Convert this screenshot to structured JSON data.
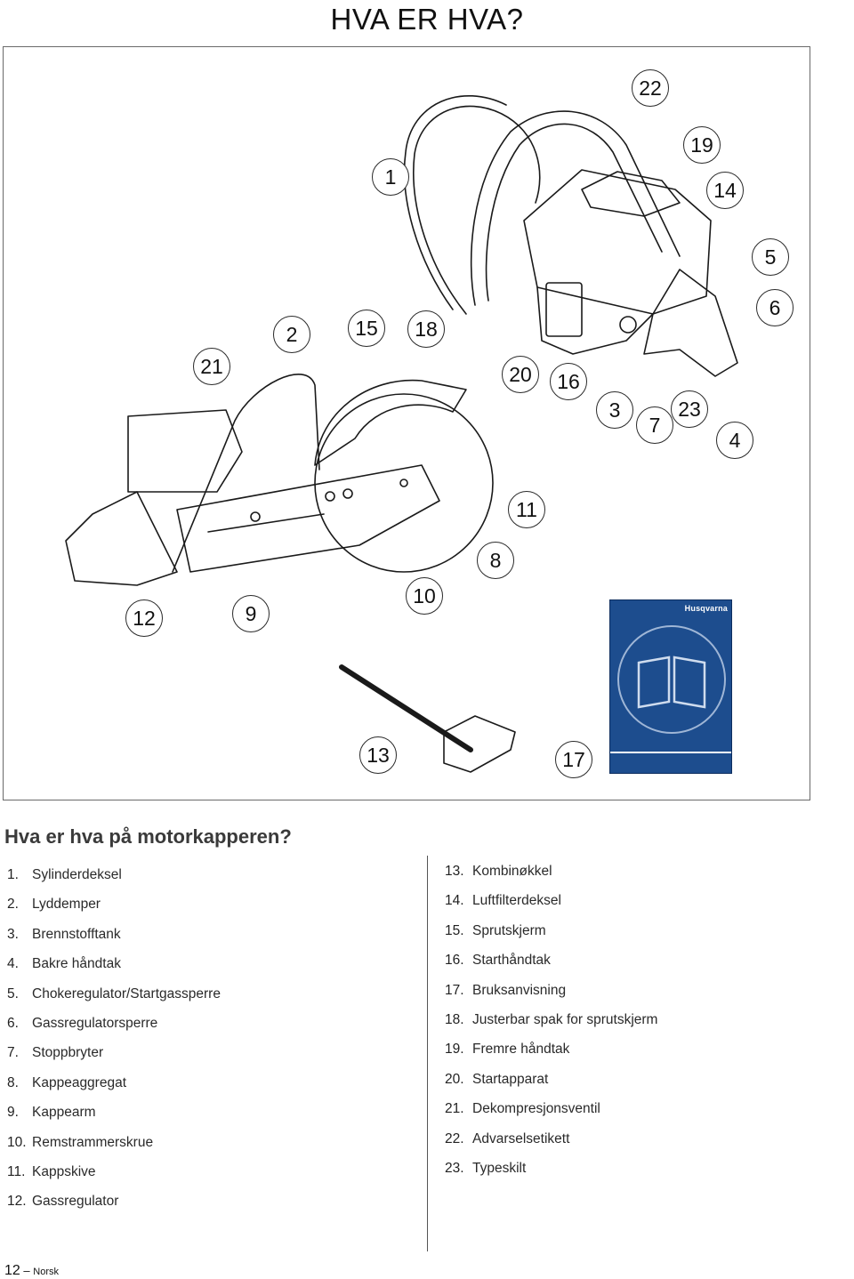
{
  "page_title": "HVA ER HVA?",
  "figure": {
    "callouts": [
      "1",
      "2",
      "3",
      "4",
      "5",
      "6",
      "7",
      "8",
      "9",
      "10",
      "11",
      "12",
      "13",
      "14",
      "15",
      "16",
      "17",
      "18",
      "19",
      "20",
      "21",
      "22",
      "23"
    ],
    "manual_brand": "Husqvarna",
    "colors": {
      "manual_cover": "#1d4d8e",
      "line_art": "#1a1a1a"
    }
  },
  "section_heading": "Hva er hva på motorkapperen?",
  "parts_left": [
    {
      "num": "1.",
      "name": "Sylinderdeksel"
    },
    {
      "num": "2.",
      "name": "Lyddemper"
    },
    {
      "num": "3.",
      "name": "Brennstofftank"
    },
    {
      "num": "4.",
      "name": "Bakre håndtak"
    },
    {
      "num": "5.",
      "name": "Chokeregulator/Startgassperre"
    },
    {
      "num": "6.",
      "name": "Gassregulatorsperre"
    },
    {
      "num": "7.",
      "name": "Stoppbryter"
    },
    {
      "num": "8.",
      "name": "Kappeaggregat"
    },
    {
      "num": "9.",
      "name": "Kappearm"
    },
    {
      "num": "10.",
      "name": "Remstrammerskrue"
    },
    {
      "num": "11.",
      "name": "Kappskive"
    },
    {
      "num": "12.",
      "name": "Gassregulator"
    }
  ],
  "parts_right": [
    {
      "num": "13.",
      "name": "Kombinøkkel"
    },
    {
      "num": "14.",
      "name": "Luftfilterdeksel"
    },
    {
      "num": "15.",
      "name": "Sprutskjerm"
    },
    {
      "num": "16.",
      "name": "Starthåndtak"
    },
    {
      "num": "17.",
      "name": "Bruksanvisning"
    },
    {
      "num": "18.",
      "name": "Justerbar spak for sprutskjerm"
    },
    {
      "num": "19.",
      "name": "Fremre håndtak"
    },
    {
      "num": "20.",
      "name": "Startapparat"
    },
    {
      "num": "21.",
      "name": "Dekompresjonsventil"
    },
    {
      "num": "22.",
      "name": "Advarselsetikett"
    },
    {
      "num": "23.",
      "name": "Typeskilt"
    }
  ],
  "footer": {
    "page_number": "12",
    "dash": "–",
    "language": "Norsk"
  }
}
